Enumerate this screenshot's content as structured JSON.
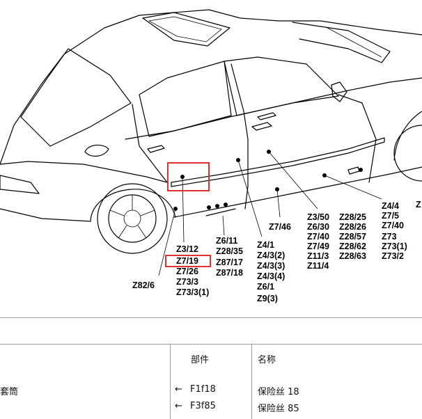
{
  "labels": {
    "z3_50": "Z3/50",
    "z6_30": "Z6/30",
    "z7_40": "Z7/40",
    "z7_49": "Z7/49",
    "z11_3": "Z11/3",
    "z11_4": "Z11/4",
    "z28_25": "Z28/25",
    "z28_26": "Z28/26",
    "z28_57": "Z28/57",
    "z28_62": "Z28/62",
    "z28_63": "Z28/63",
    "z4_4": "Z4/4",
    "z7_5": "Z7/5",
    "z7_40b": "Z7/40",
    "z73": "Z73",
    "z73_1": "Z73(1)",
    "z73_2": "Z73/2",
    "z_edge": "Z",
    "z7_46": "Z7/46",
    "z4_1": "Z4/1",
    "z4_3_2": "Z4/3(2)",
    "z4_3_3": "Z4/3(3)",
    "z4_3_4": "Z4/3(4)",
    "z6_1": "Z6/1",
    "z9_3": "Z9(3)",
    "z6_11": "Z6/11",
    "z28_35": "Z28/35",
    "z87_17": "Z87/17",
    "z87_18": "Z87/18",
    "z3_12": "Z3/12",
    "z7_19": "Z7/19",
    "z7_26": "Z7/26",
    "z73_3": "Z73/3",
    "z73_3_1": "Z73/3(1)",
    "z82_6": "Z82/6"
  },
  "table": {
    "headers": {
      "part": "部件",
      "name": "名称"
    },
    "rows": [
      {
        "desc": "套筒",
        "arrow": "←",
        "part": "F1f18",
        "name": "保险丝 18"
      },
      {
        "desc": "",
        "arrow": "←",
        "part": "F3f85",
        "name": "保险丝 85"
      }
    ]
  },
  "colors": {
    "highlight": "#e03030",
    "rule": "#9a9a9a"
  }
}
